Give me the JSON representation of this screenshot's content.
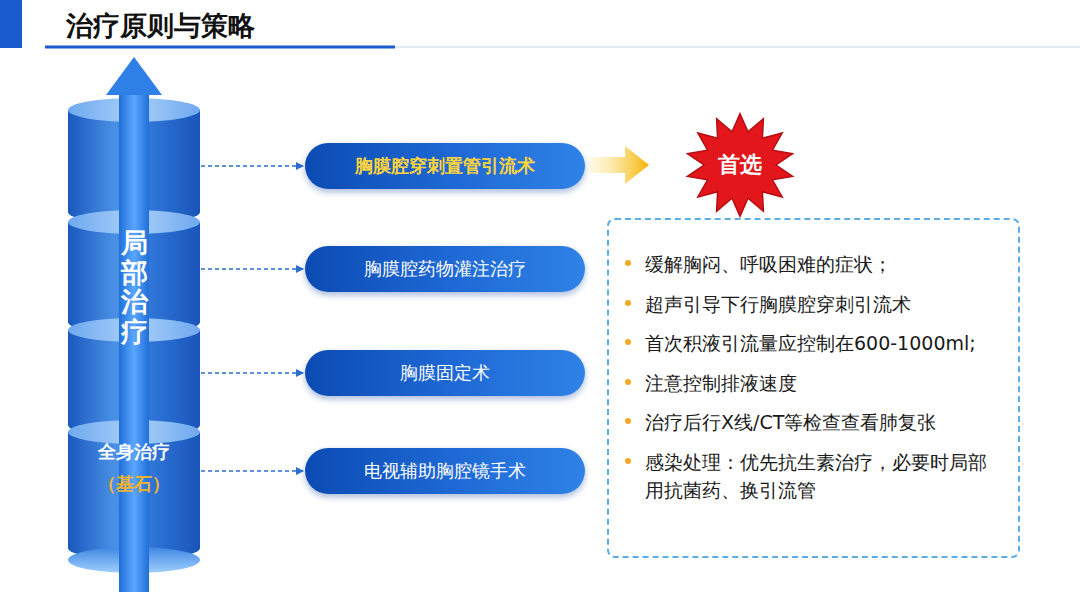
{
  "diagram": {
    "title": "治疗原则与策略",
    "nodes": [
      {
        "text": [
          "局部治疗"
        ]
      },
      {
        "text": [
          "全身治疗",
          "（基石）"
        ]
      },
      {
        "text": [
          "胸膜腔穿刺置管引流术"
        ]
      },
      {
        "text": [
          "胸膜腔药物灌注治疗"
        ]
      },
      {
        "text": [
          "胸膜固定术"
        ]
      },
      {
        "text": [
          "电视辅助胸腔镜手术"
        ]
      },
      {
        "text": [
          "首选"
        ]
      },
      {
        "text": [
          "缓解胸闷、呼吸困难的症状；",
          "超声引导下行胸膜腔穿刺引流术",
          "首次积液引流量应控制在600-1000ml;",
          "注意控制排液速度",
          "治疗后行X线/CT等检查查看肺复张",
          "感染处理：优先抗生素治疗，必要时局部用抗菌药、换引流管"
        ]
      }
    ],
    "edges": [
      {
        "from": 0,
        "to": 2,
        "arrow": "to"
      },
      {
        "from": 0,
        "to": 3,
        "arrow": "to"
      },
      {
        "from": 0,
        "to": 4,
        "arrow": "to"
      },
      {
        "from": 1,
        "to": 5,
        "arrow": "to"
      },
      {
        "from": 2,
        "to": 6,
        "arrow": "to"
      }
    ]
  }
}
